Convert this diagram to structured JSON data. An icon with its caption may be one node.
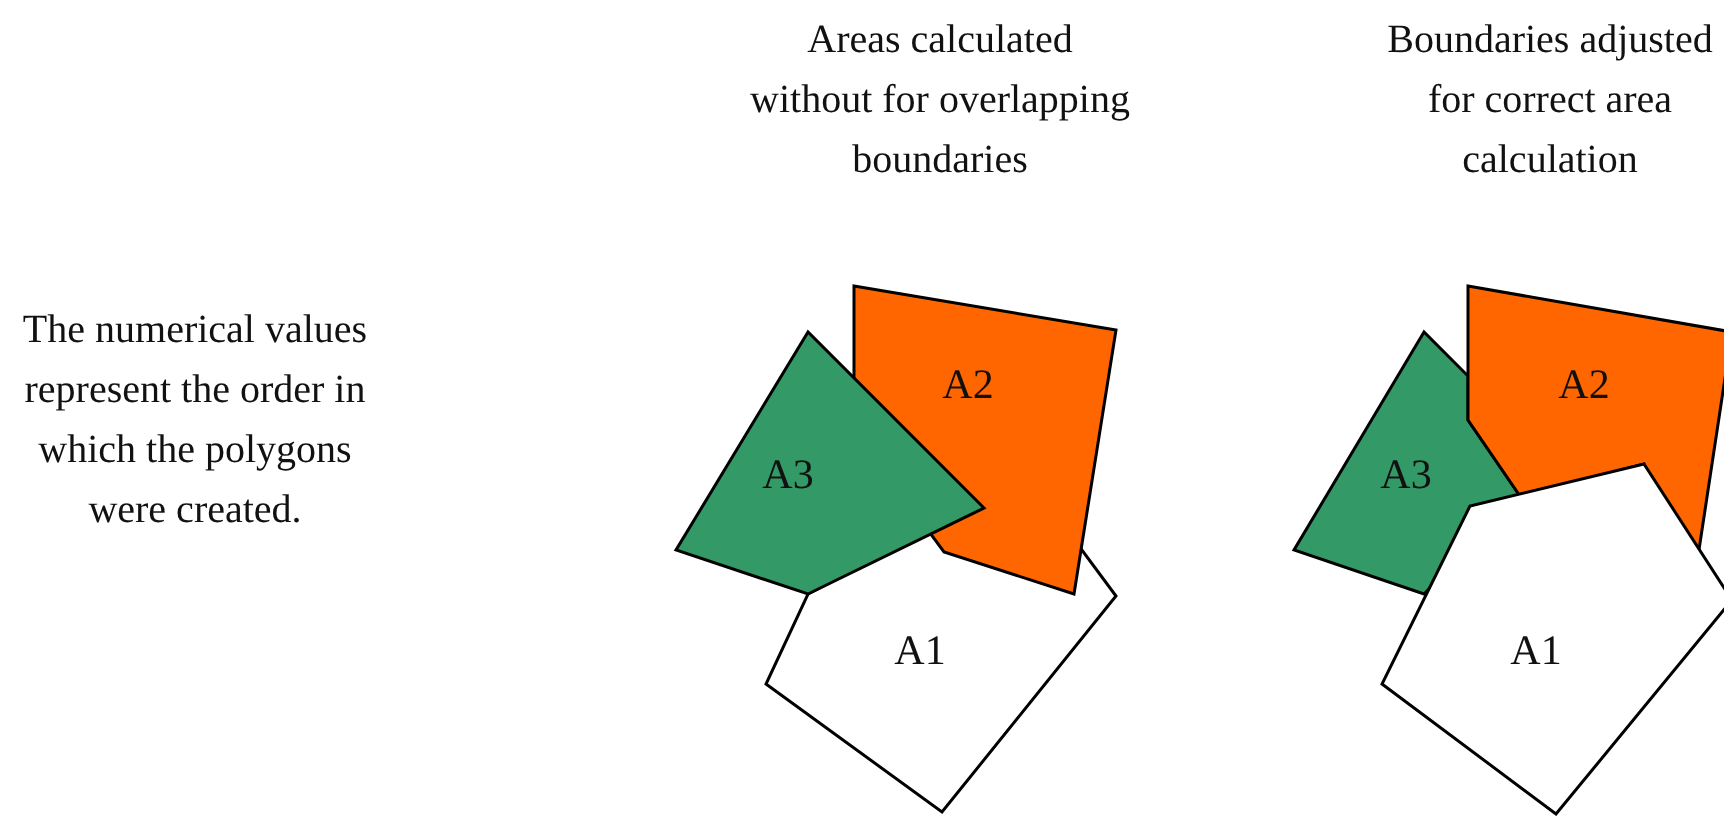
{
  "diagram": {
    "nodes": [
      {
        "text": [
          "A2"
        ]
      },
      {
        "text": [
          "A3"
        ]
      },
      {
        "text": [
          "A1"
        ]
      },
      {
        "text": [
          "A2"
        ]
      },
      {
        "text": [
          "A3"
        ]
      },
      {
        "text": [
          "A1"
        ]
      }
    ],
    "labels": [
      "The numerical values represent the order in which the polygons were created.",
      "Areas calculated without for overlapping boundaries",
      "Boundaries adjusted for correct area calculation"
    ]
  }
}
